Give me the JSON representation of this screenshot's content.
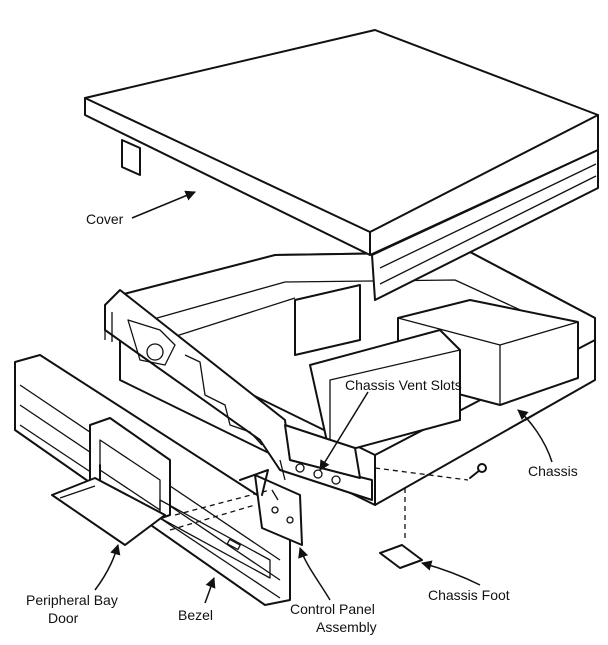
{
  "labels": {
    "cover": "Cover",
    "chassis_vent_slots": "Chassis Vent Slots",
    "chassis": "Chassis",
    "peripheral_bay_door_line1": "Peripheral Bay",
    "peripheral_bay_door_line2": "Door",
    "bezel": "Bezel",
    "control_panel_line1": "Control Panel",
    "control_panel_line2": "Assembly",
    "chassis_foot": "Chassis Foot"
  }
}
